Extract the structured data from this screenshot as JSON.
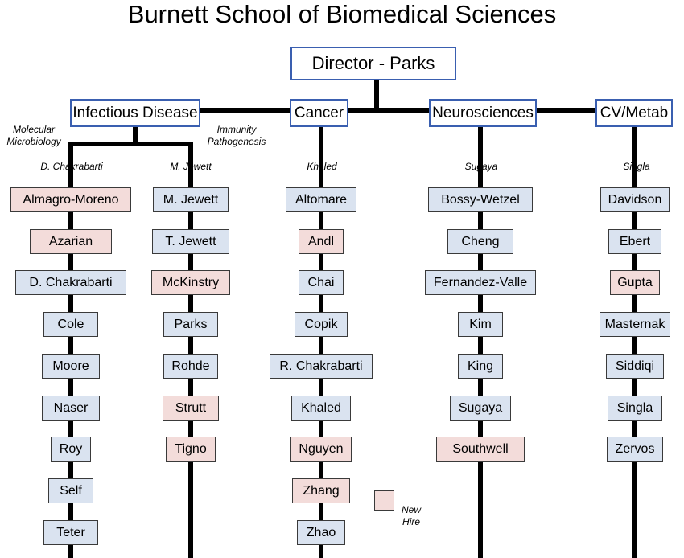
{
  "title": "Burnett School of Biomedical Sciences",
  "director": "Director - Parks",
  "departments": {
    "infectious": "Infectious Disease",
    "cancer": "Cancer",
    "neuro": "Neurosciences",
    "cvmetab": "CV/Metab"
  },
  "subdivisions": {
    "molecular": "Molecular Microbiology",
    "immunity": "Immunity Pathogenesis"
  },
  "heads": {
    "molecular": "D. Chakrabarti",
    "immunity": "M. Jewett",
    "cancer": "Khaled",
    "neuro": "Sugaya",
    "cvmetab": "Singla"
  },
  "columns": {
    "molecular": [
      {
        "name": "Almagro-Moreno",
        "new_hire": true
      },
      {
        "name": "Azarian",
        "new_hire": true
      },
      {
        "name": "D. Chakrabarti",
        "new_hire": false
      },
      {
        "name": "Cole",
        "new_hire": false
      },
      {
        "name": "Moore",
        "new_hire": false
      },
      {
        "name": "Naser",
        "new_hire": false
      },
      {
        "name": "Roy",
        "new_hire": false
      },
      {
        "name": "Self",
        "new_hire": false
      },
      {
        "name": "Teter",
        "new_hire": false
      }
    ],
    "immunity": [
      {
        "name": "M. Jewett",
        "new_hire": false
      },
      {
        "name": "T. Jewett",
        "new_hire": false
      },
      {
        "name": "McKinstry",
        "new_hire": true
      },
      {
        "name": "Parks",
        "new_hire": false
      },
      {
        "name": "Rohde",
        "new_hire": false
      },
      {
        "name": "Strutt",
        "new_hire": true
      },
      {
        "name": "Tigno",
        "new_hire": true
      }
    ],
    "cancer": [
      {
        "name": "Altomare",
        "new_hire": false
      },
      {
        "name": "Andl",
        "new_hire": true
      },
      {
        "name": "Chai",
        "new_hire": false
      },
      {
        "name": "Copik",
        "new_hire": false
      },
      {
        "name": "R. Chakrabarti",
        "new_hire": false
      },
      {
        "name": "Khaled",
        "new_hire": false
      },
      {
        "name": "Nguyen",
        "new_hire": true
      },
      {
        "name": "Zhang",
        "new_hire": true
      },
      {
        "name": "Zhao",
        "new_hire": false
      }
    ],
    "neuro": [
      {
        "name": "Bossy-Wetzel",
        "new_hire": false
      },
      {
        "name": "Cheng",
        "new_hire": false
      },
      {
        "name": "Fernandez-Valle",
        "new_hire": false
      },
      {
        "name": "Kim",
        "new_hire": false
      },
      {
        "name": "King",
        "new_hire": false
      },
      {
        "name": "Sugaya",
        "new_hire": false
      },
      {
        "name": "Southwell",
        "new_hire": true
      }
    ],
    "cvmetab": [
      {
        "name": "Davidson",
        "new_hire": false
      },
      {
        "name": "Ebert",
        "new_hire": false
      },
      {
        "name": "Gupta",
        "new_hire": true
      },
      {
        "name": "Masternak",
        "new_hire": false
      },
      {
        "name": "Siddiqi",
        "new_hire": false
      },
      {
        "name": "Singla",
        "new_hire": false
      },
      {
        "name": "Zervos",
        "new_hire": false
      }
    ]
  },
  "legend": {
    "label": "New Hire",
    "colors": {
      "new_hire": "#f3dcda",
      "existing": "#dae3f0",
      "dept_border": "#3a5fb0"
    }
  }
}
